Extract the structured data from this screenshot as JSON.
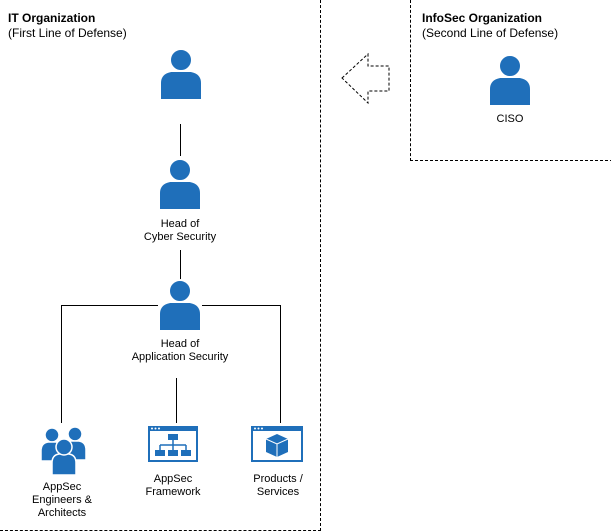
{
  "groups": {
    "it": {
      "title": "IT Organization",
      "subtitle": "(First Line of Defense)"
    },
    "infosec": {
      "title": "InfoSec Organization",
      "subtitle": "(Second Line of Defense)"
    }
  },
  "nodes": {
    "ciso": {
      "lines": [
        "CISO"
      ],
      "icon": "person-icon"
    },
    "top_person": {
      "lines": [],
      "icon": "person-icon"
    },
    "head_cyber": {
      "lines": [
        "Head of",
        "Cyber Security"
      ],
      "icon": "person-icon"
    },
    "head_appsec": {
      "lines": [
        "Head of",
        "Application Security"
      ],
      "icon": "person-icon"
    },
    "engineers": {
      "lines": [
        "AppSec",
        "Engineers &",
        "Architects"
      ],
      "icon": "people-group-icon"
    },
    "framework": {
      "lines": [
        "AppSec",
        "Framework"
      ],
      "icon": "hierarchy-window-icon"
    },
    "products": {
      "lines": [
        "Products /",
        "Services"
      ],
      "icon": "cube-window-icon"
    }
  },
  "colors": {
    "icon_blue": "#1f6fba",
    "line": "#000000"
  }
}
